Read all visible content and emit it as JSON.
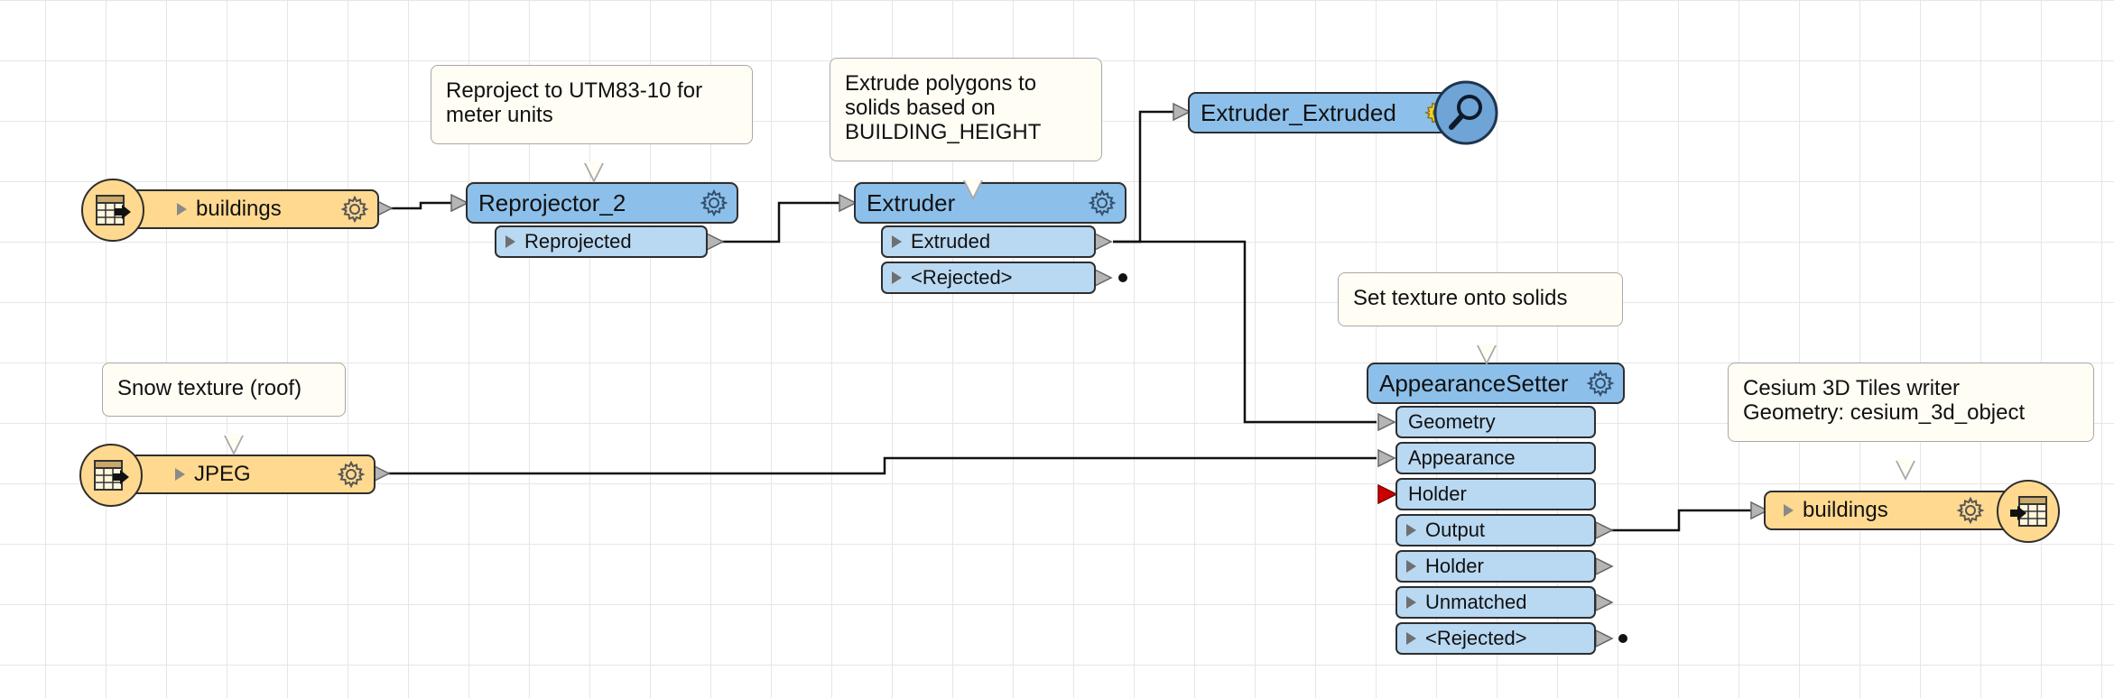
{
  "reader_buildings": {
    "label": "buildings",
    "icon": "table-reader-icon"
  },
  "reader_jpeg": {
    "label": "JPEG",
    "icon": "table-reader-icon"
  },
  "reprojector": {
    "label": "Reprojector_2",
    "outputs": [
      "Reprojected"
    ]
  },
  "extruder": {
    "label": "Extruder",
    "outputs": [
      "Extruded",
      "<Rejected>"
    ]
  },
  "inspector": {
    "label": "Extruder_Extruded",
    "icon": "magnifier-icon"
  },
  "appearance_setter": {
    "label": "AppearanceSetter",
    "inputs": [
      "Geometry",
      "Appearance",
      "Holder"
    ],
    "outputs": [
      "Output",
      "Holder",
      "Unmatched",
      "<Rejected>"
    ]
  },
  "writer_buildings": {
    "label": "buildings",
    "icon": "table-writer-icon"
  },
  "notes": {
    "reproject": [
      "Reproject to UTM83-10 for",
      "meter units"
    ],
    "extrude": [
      "Extrude polygons to",
      "solids based on",
      "BUILDING_HEIGHT"
    ],
    "texture": [
      "Set texture onto solids"
    ],
    "snow": [
      "Snow texture (roof)"
    ],
    "cesium": [
      "Cesium 3D Tiles writer",
      "Geometry: cesium_3d_object"
    ]
  },
  "colors": {
    "reader_writer": "#ffd98f",
    "transformer": "#8cc0ea",
    "port": "#b9d8f2",
    "note": "#fffdf4",
    "required_input": "#cc0000",
    "wire": "#111111"
  }
}
